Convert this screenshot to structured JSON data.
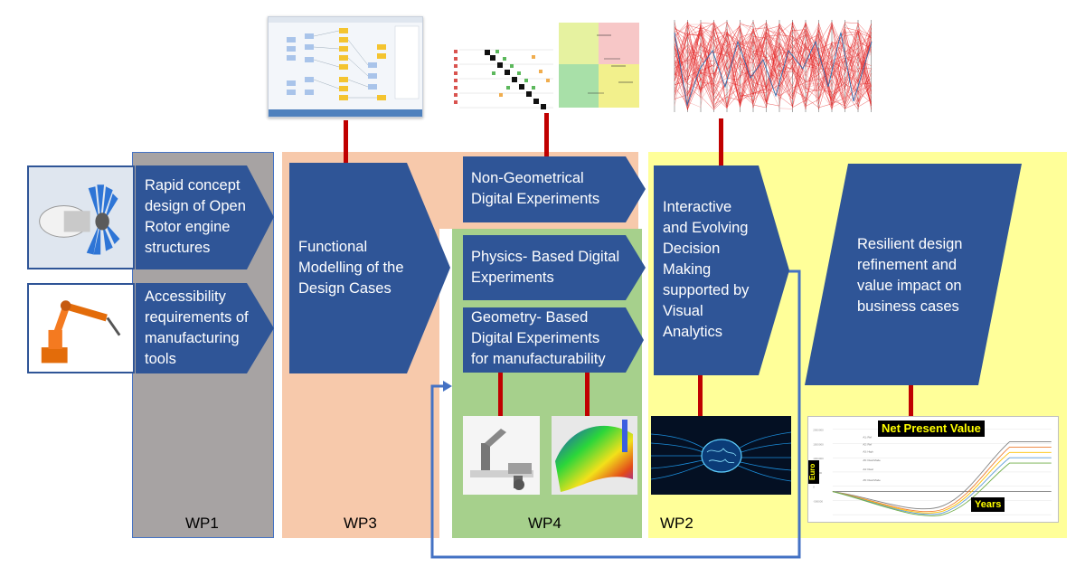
{
  "colors": {
    "wp1_zone": "#a7a3a3",
    "wp3_zone": "#f7c9ab",
    "wp4_zone": "#a6d08c",
    "wp2_zone": "#ffff99",
    "box_fill": "#2f5597",
    "stem": "#c00000",
    "feedback": "#4472c4"
  },
  "zones": {
    "wp1": "WP1",
    "wp3": "WP3",
    "wp4": "WP4",
    "wp2": "WP2"
  },
  "boxes": {
    "rapid_concept": "Rapid concept\ndesign of Open\nRotor engine\nstructures",
    "accessibility": "Accessibility\nrequirements of\nmanufacturing\ntools",
    "functional": "Functional\nModelling of the\nDesign Cases",
    "non_geometrical": "Non-Geometrical\nDigital Experiments",
    "physics": "Physics- Based Digital\nExperiments",
    "geometry": "Geometry- Based\nDigital Experiments\nfor manufacturability",
    "interactive": "Interactive\nand Evolving\nDecision\nMaking\nsupported by\nVisual\nAnalytics",
    "resilient": "Resilient design\nrefinement and\nvalue impact on\nbusiness cases"
  },
  "npv_chart": {
    "title": "Net Present Value",
    "ylabel": "Euro",
    "xlabel": "Years"
  },
  "icons": [
    "engine-image",
    "robot-arm-image",
    "flowchart-screenshot",
    "matrix-screenshot",
    "parallel-coordinates-screenshot",
    "robot-cell-image",
    "fea-plot-image",
    "brain-network-image"
  ]
}
